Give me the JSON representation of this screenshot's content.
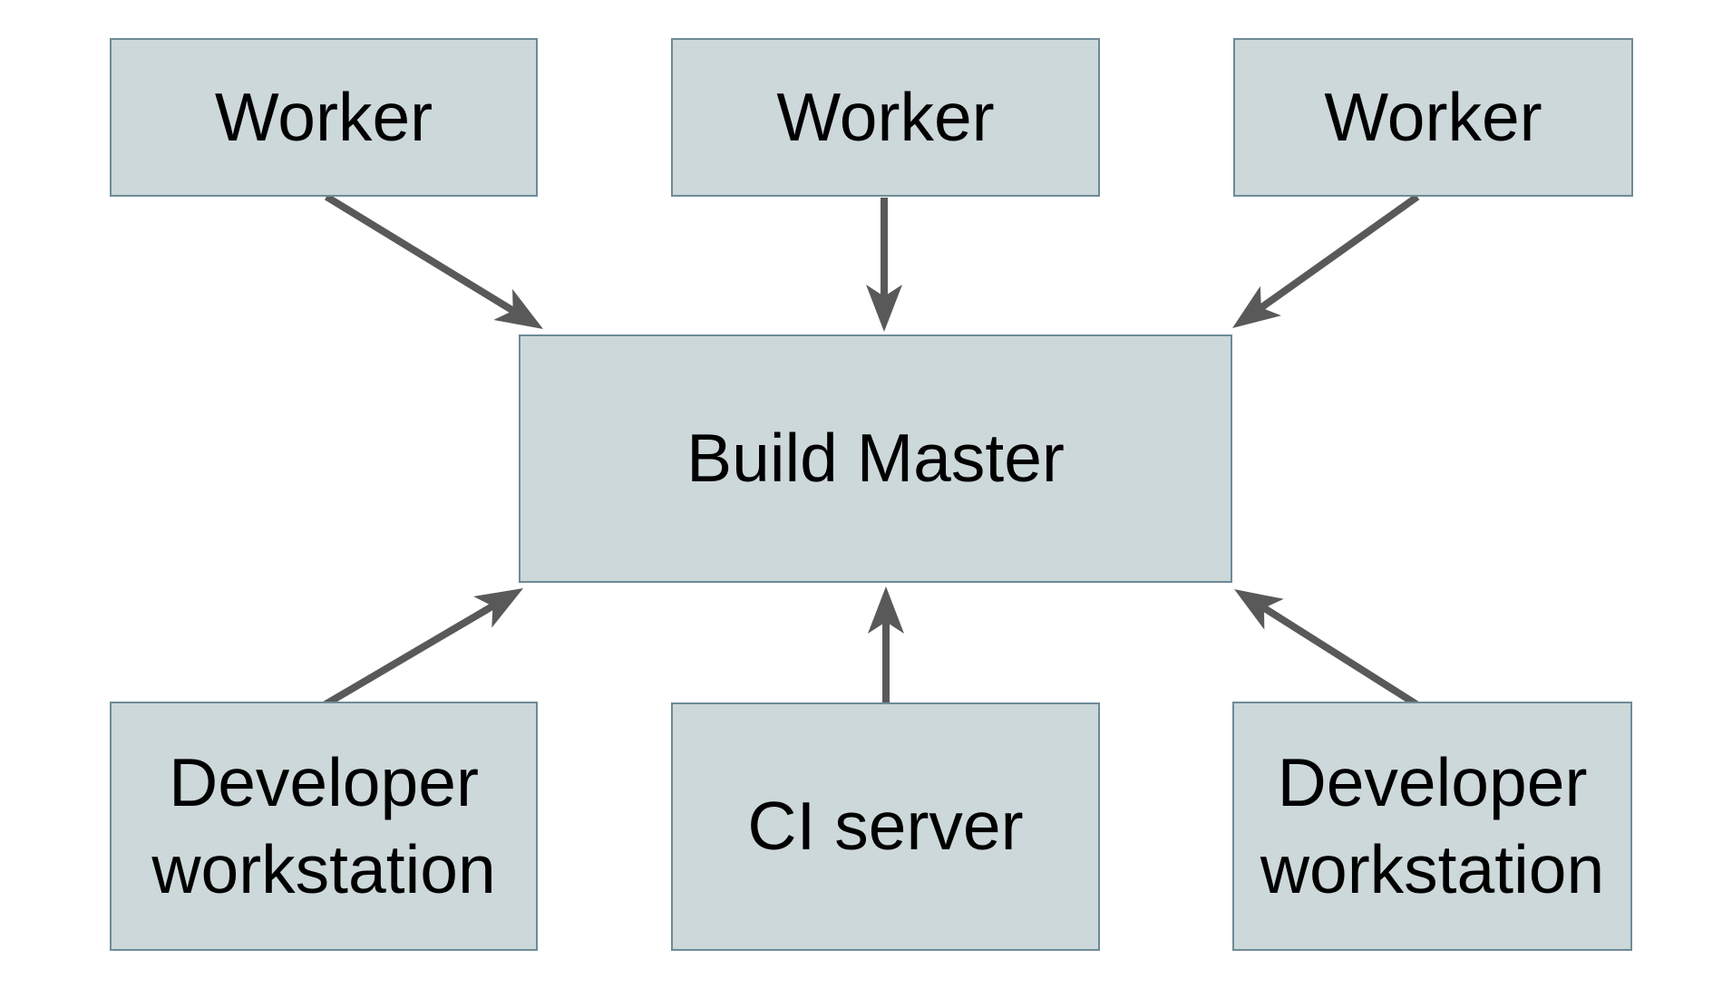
{
  "diagram": {
    "description": "Distributed build architecture diagram",
    "nodes": [
      {
        "id": "worker-1",
        "label": "Worker"
      },
      {
        "id": "worker-2",
        "label": "Worker"
      },
      {
        "id": "worker-3",
        "label": "Worker"
      },
      {
        "id": "build-master",
        "label": "Build Master"
      },
      {
        "id": "developer-workstation-left",
        "label": "Developer workstation"
      },
      {
        "id": "ci-server",
        "label": "CI server"
      },
      {
        "id": "developer-workstation-right",
        "label": "Developer workstation"
      }
    ],
    "edges": [
      {
        "from": "worker-1",
        "to": "build-master"
      },
      {
        "from": "worker-2",
        "to": "build-master"
      },
      {
        "from": "worker-3",
        "to": "build-master"
      },
      {
        "from": "developer-workstation-left",
        "to": "build-master"
      },
      {
        "from": "ci-server",
        "to": "build-master"
      },
      {
        "from": "developer-workstation-right",
        "to": "build-master"
      }
    ],
    "colors": {
      "node_fill": "#cdd8da",
      "node_border": "#6e8b97",
      "arrow": "#595959",
      "text": "#000000",
      "background": "#ffffff"
    }
  }
}
